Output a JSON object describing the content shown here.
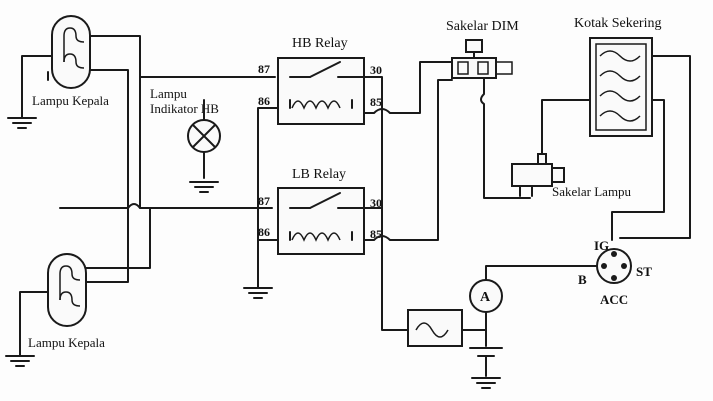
{
  "labels": {
    "headlamp_top": "Lampu Kepala",
    "headlamp_bottom": "Lampu Kepala",
    "hb_indicator_line1": "Lampu",
    "hb_indicator_line2": "Indikator HB",
    "hb_relay": "HB Relay",
    "lb_relay": "LB Relay",
    "dim_switch": "Sakelar DIM",
    "fuse_box": "Kotak Sekering",
    "light_switch": "Sakelar Lampu",
    "ammeter": "A",
    "ignition_ig": "IG",
    "ignition_st": "ST",
    "ignition_b": "B",
    "ignition_acc": "ACC"
  },
  "relay_terminals": {
    "hb": {
      "t87": "87",
      "t86": "86",
      "t30": "30",
      "t85": "85"
    },
    "lb": {
      "t87": "87",
      "t86": "86",
      "t30": "30",
      "t85": "85"
    }
  }
}
